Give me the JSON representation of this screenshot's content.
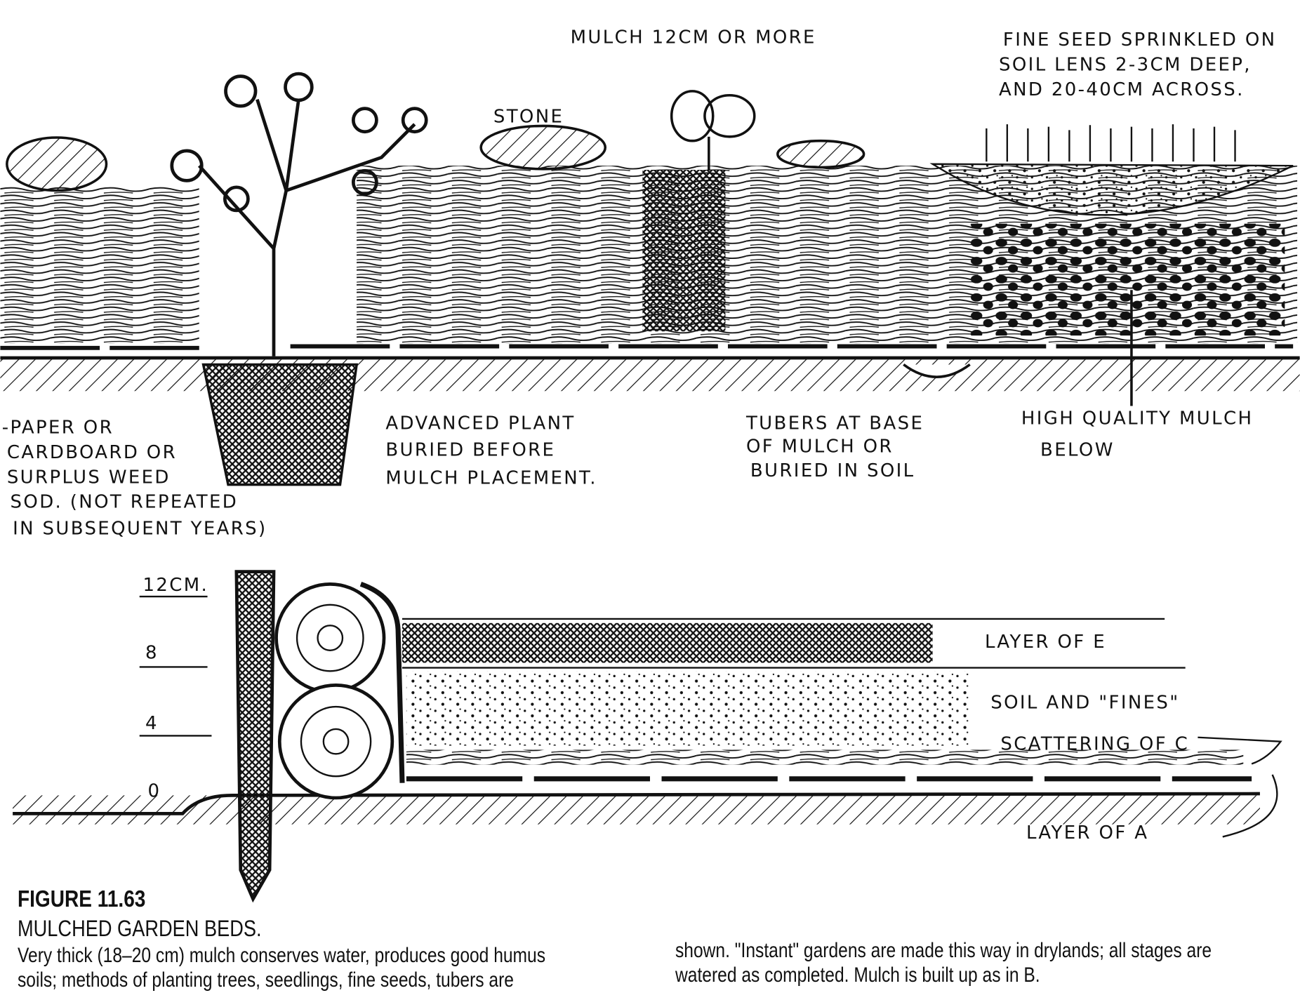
{
  "labels": {
    "mulch_depth": "MULCH  12CM OR MORE",
    "fine_seed": [
      "FINE SEED SPRINKLED ON",
      "SOIL LENS 2-3CM DEEP,",
      "AND 20-40CM ACROSS."
    ],
    "stone": "STONE",
    "paper": [
      "-PAPER OR",
      "CARDBOARD OR",
      "SURPLUS WEED",
      "SOD. (NOT REPEATED",
      "IN SUBSEQUENT YEARS)"
    ],
    "advanced_plant": [
      "ADVANCED PLANT",
      "BURIED BEFORE",
      "MULCH PLACEMENT."
    ],
    "tubers": [
      "TUBERS AT BASE",
      "OF MULCH OR",
      "BURIED IN SOIL"
    ],
    "high_quality": [
      "HIGH QUALITY MULCH",
      "BELOW"
    ],
    "scale": [
      "12CM.",
      "8",
      "4",
      "0"
    ],
    "layer_e": "LAYER OF  E",
    "soil_fines": "SOIL AND \"FINES\"",
    "scattering_c": "SCATTERING OF C",
    "layer_a": "LAYER OF A"
  },
  "caption": {
    "number": "FIGURE 11.63",
    "title": "MULCHED GARDEN BEDS.",
    "col1": [
      "Very thick (18–20 cm) mulch conserves water, produces good humus",
      "soils; methods of planting trees, seedlings, fine seeds, tubers are"
    ],
    "col2": [
      "shown. \"Instant\" gardens are made this way in drylands; all stages are",
      "watered as completed. Mulch is built up as in B."
    ]
  }
}
